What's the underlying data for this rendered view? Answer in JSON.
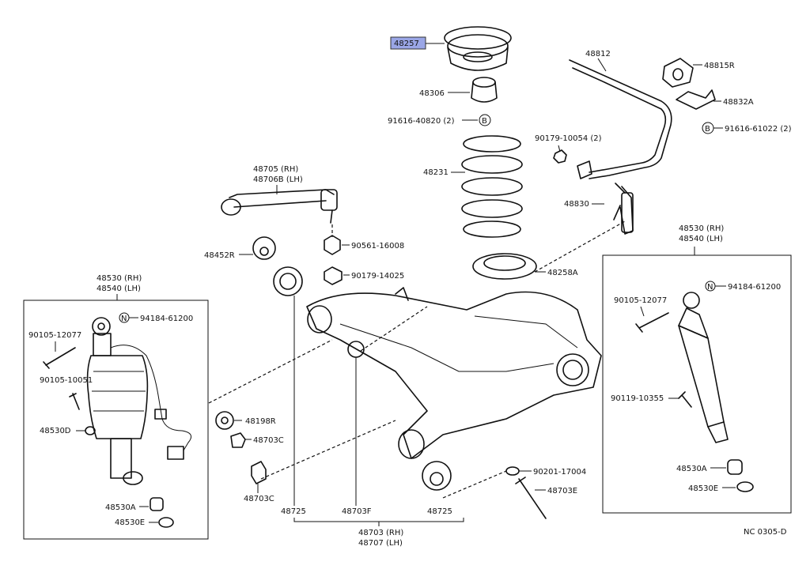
{
  "diagram": {
    "footer_code": "NC 0305-D",
    "highlight_color": "#9aa6e6",
    "callouts": {
      "c48257": "48257",
      "c48306": "48306",
      "c91616_40820": "91616-40820 (2)",
      "b_circle": "B",
      "n_circle": "N",
      "c48231": "48231",
      "c48258A": "48258A",
      "c48812": "48812",
      "c48815R": "48815R",
      "c48832A": "48832A",
      "c91616_61022": "91616-61022 (2)",
      "c90179_10054": "90179-10054 (2)",
      "c48830": "48830",
      "c48705": "48705 (RH)",
      "c48706B": "48706B (LH)",
      "c48452R": "48452R",
      "c90561_16008": "90561-16008",
      "c90179_14025": "90179-14025",
      "l48530": "48530 (RH)",
      "l48540": "48540 (LH)",
      "l94184": "94184-61200",
      "l90105_12077": "90105-12077",
      "l90105_10051": "90105-10051",
      "l48530D": "48530D",
      "l48530A": "48530A",
      "l48530E": "48530E",
      "c48198R": "48198R",
      "c48703C_a": "48703C",
      "c48703C_b": "48703C",
      "c48725_a": "48725",
      "c48703F": "48703F",
      "c48725_b": "48725",
      "c48703": "48703 (RH)",
      "c48707": "48707 (LH)",
      "c90201_17004": "90201-17004",
      "c48703E": "48703E",
      "r48530": "48530 (RH)",
      "r48540": "48540 (LH)",
      "r94184": "94184-61200",
      "r90105_12077": "90105-12077",
      "r90119_10355": "90119-10355",
      "r48530A": "48530A",
      "r48530E": "48530E"
    }
  }
}
